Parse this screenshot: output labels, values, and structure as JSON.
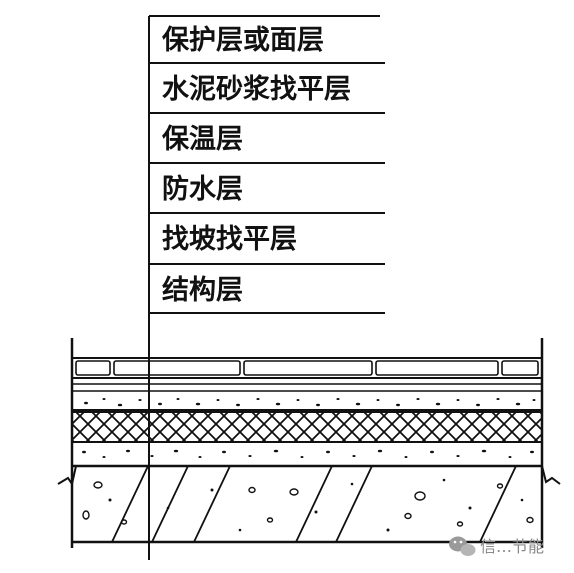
{
  "layers": [
    {
      "label": "保护层或面层"
    },
    {
      "label": "水泥砂浆找平层"
    },
    {
      "label": "保温层"
    },
    {
      "label": "防水层"
    },
    {
      "label": "找坡找平层"
    },
    {
      "label": "结构层"
    }
  ],
  "watermark": {
    "text": "信…节能",
    "icon": "wechat-icon"
  },
  "colors": {
    "ink": "#111111",
    "paper": "#ffffff",
    "watermark": "#8a8a8a"
  }
}
